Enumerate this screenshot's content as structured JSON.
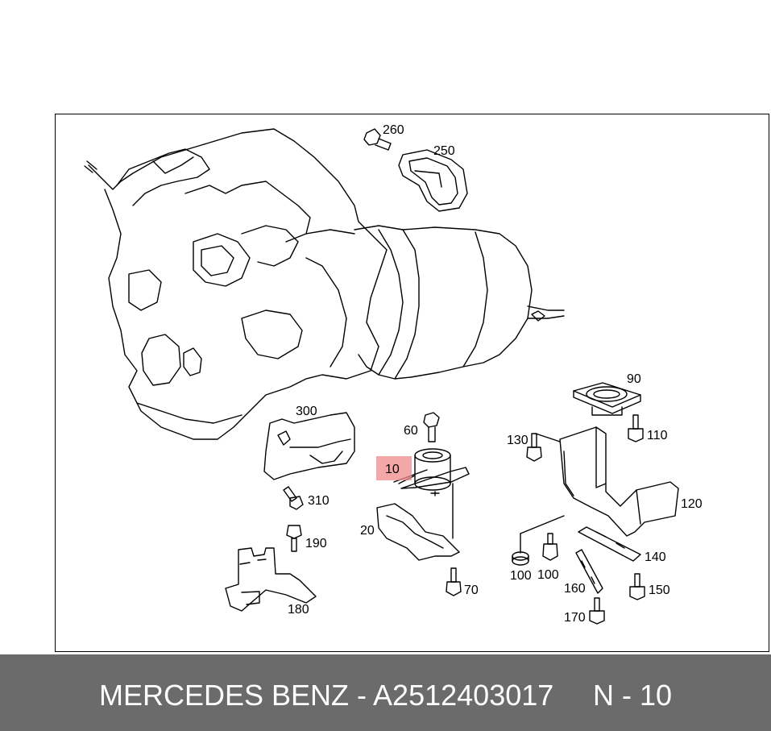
{
  "callouts": {
    "c10": "10",
    "c20": "20",
    "c60": "60",
    "c70": "70",
    "c90": "90",
    "c100a": "100",
    "c100b": "100",
    "c110": "110",
    "c120": "120",
    "c130": "130",
    "c140": "140",
    "c150": "150",
    "c160": "160",
    "c170": "170",
    "c180": "180",
    "c190": "190",
    "c250": "250",
    "c260": "260",
    "c300": "300",
    "c310": "310"
  },
  "highlight_color": "#f08a8a",
  "footer": {
    "brand_part": "MERCEDES BENZ - A2512403017",
    "ref": "N - 10"
  }
}
